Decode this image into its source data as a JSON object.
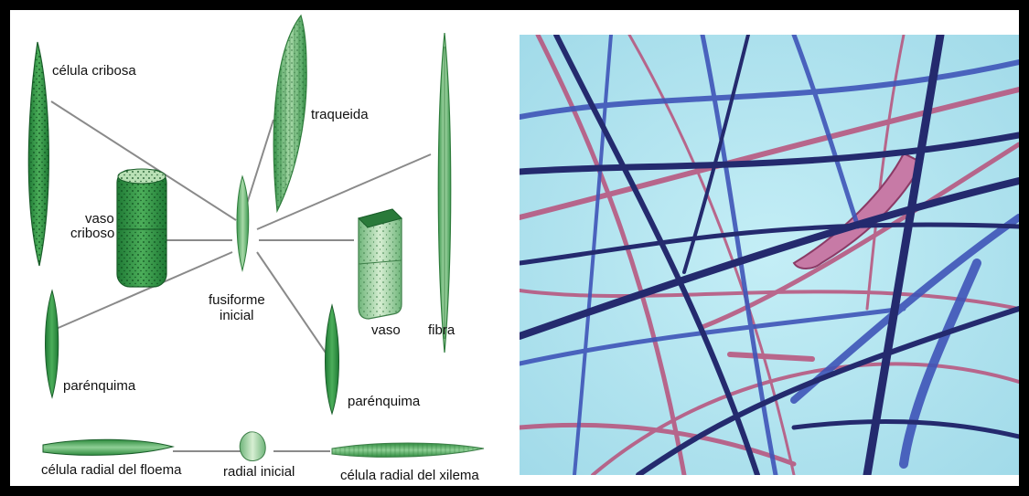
{
  "labels": {
    "celula_cribosa": "célula cribosa",
    "traqueida": "traqueida",
    "vaso_criboso_1": "vaso",
    "vaso_criboso_2": "criboso",
    "fusiforme_1": "fusiforme",
    "fusiforme_2": "inicial",
    "vaso": "vaso",
    "fibra": "fibra",
    "parenquima_left": "parénquima",
    "parenquima_right": "parénquima",
    "radial_floema": "célula radial del floema",
    "radial_inicial": "radial inicial",
    "radial_xilema": "célula radial del xilema"
  },
  "colors": {
    "frame": "#000000",
    "cell_green_dark": "#2e8b3e",
    "cell_green_light": "#8fcf95",
    "cell_green_pale": "#c8e6c0",
    "connector": "#8a8a8a",
    "micro_background": "#aee3ef",
    "fiber_navy": "#2a2f78",
    "fiber_blue": "#3f55b8",
    "fiber_magenta": "#b8507a"
  }
}
